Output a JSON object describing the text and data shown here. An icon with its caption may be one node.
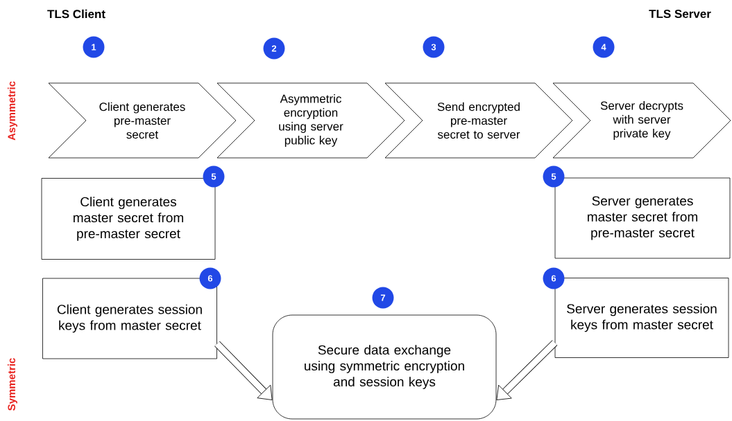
{
  "diagram": {
    "nodes": [
      {
        "text": [
          "1"
        ]
      },
      {
        "text": [
          "2"
        ]
      },
      {
        "text": [
          "3"
        ]
      },
      {
        "text": [
          "4"
        ]
      },
      {
        "text": [
          "Client generates pre-master secret"
        ]
      },
      {
        "text": [
          "Asymmetric encryption using server public key"
        ]
      },
      {
        "text": [
          "Send encrypted pre-master secret to server"
        ]
      },
      {
        "text": [
          "Server decrypts with server private key"
        ]
      },
      {
        "text": [
          "5"
        ]
      },
      {
        "text": [
          "5"
        ]
      },
      {
        "text": [
          "Client generates master secret from pre-master secret"
        ]
      },
      {
        "text": [
          "Server generates master secret from pre-master secret"
        ]
      },
      {
        "text": [
          "6"
        ]
      },
      {
        "text": [
          "7"
        ]
      },
      {
        "text": [
          "6"
        ]
      },
      {
        "text": [
          "Client generates session keys from master secret"
        ]
      },
      {
        "text": [
          "Server generates session keys from master secret"
        ]
      },
      {
        "text": [
          "Secure data exchange using symmetric encryption and session keys"
        ]
      }
    ],
    "edges": [
      {
        "from": 15,
        "to": 17,
        "arrow": "to"
      },
      {
        "from": 16,
        "to": 17,
        "arrow": "to"
      }
    ],
    "labels": [
      "TLS Client",
      "TLS Server",
      "Asymmetric",
      "Symmetric"
    ]
  }
}
